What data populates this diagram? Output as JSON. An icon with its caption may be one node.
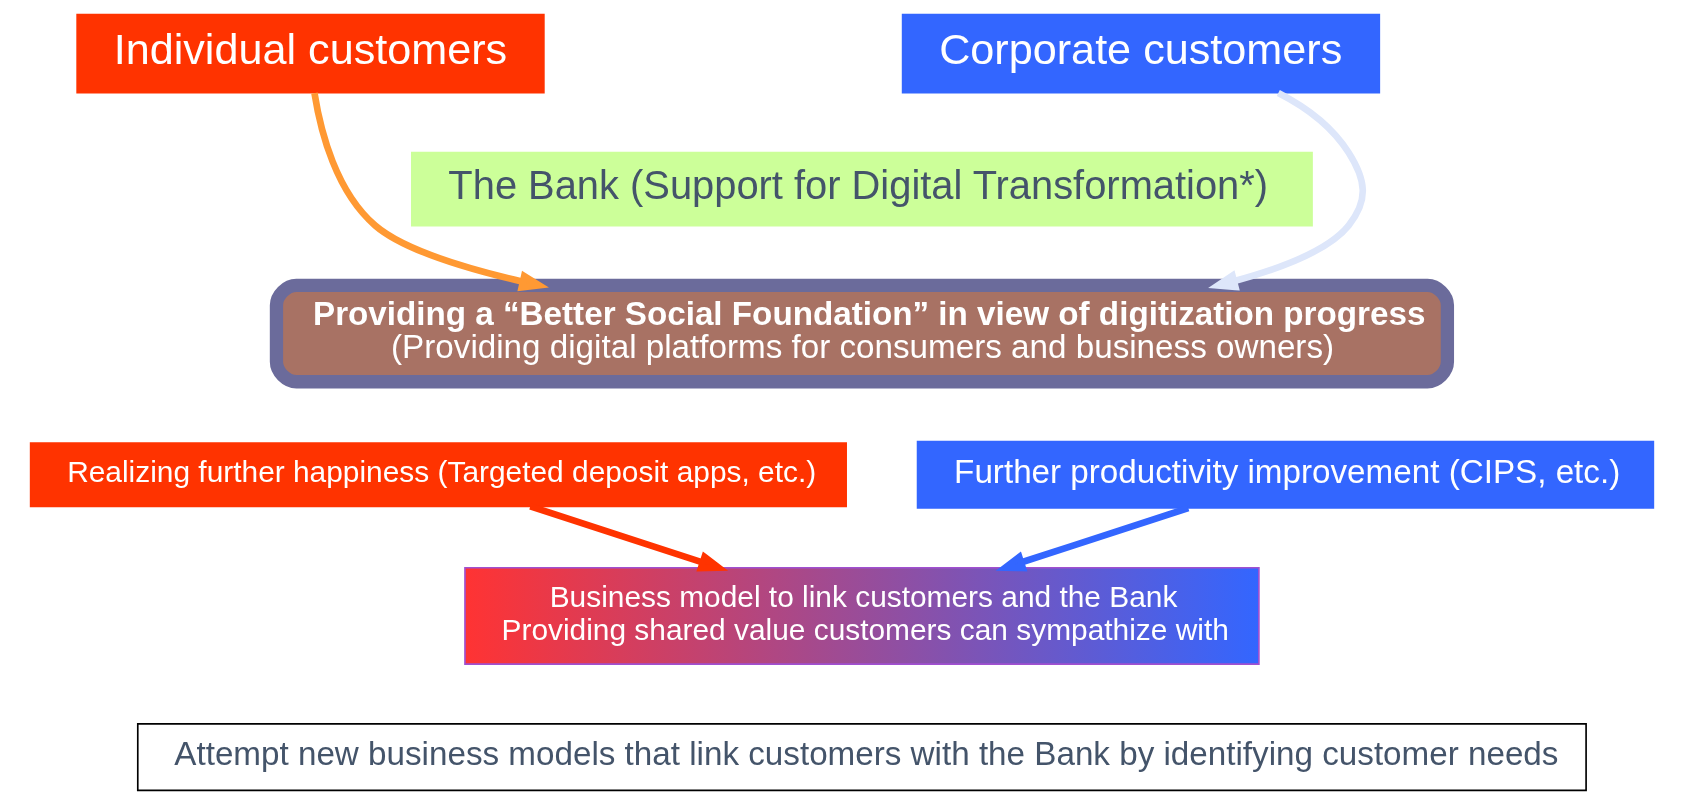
{
  "diagram": {
    "nodes": [
      {
        "text": [
          "Individual customers"
        ]
      },
      {
        "text": [
          "Corporate customers"
        ]
      },
      {
        "text": [
          "The Bank (Support for Digital Transformation*)"
        ]
      },
      {
        "text": [
          "Providing a “Better Social Foundation” in view of digitization progress",
          "(Providing digital platforms for consumers and business owners)"
        ]
      },
      {
        "text": [
          "Realizing further happiness (Targeted deposit apps, etc.)"
        ]
      },
      {
        "text": [
          "Further productivity improvement (CIPS, etc.)"
        ]
      },
      {
        "text": [
          "Business model to link customers and the Bank",
          "Providing shared value customers can sympathize with"
        ]
      },
      {
        "text": [
          "Attempt new business models that link customers with the Bank by identifying customer needs"
        ]
      }
    ],
    "edges": [
      {
        "from": 0,
        "to": 3,
        "arrow": "to",
        "color": "#ff9933"
      },
      {
        "from": 1,
        "to": 3,
        "arrow": "to",
        "color": "#dde6fa"
      },
      {
        "from": 4,
        "to": 6,
        "arrow": "to",
        "color": "#ff3300"
      },
      {
        "from": 5,
        "to": 6,
        "arrow": "to",
        "color": "#3366ff"
      }
    ]
  }
}
